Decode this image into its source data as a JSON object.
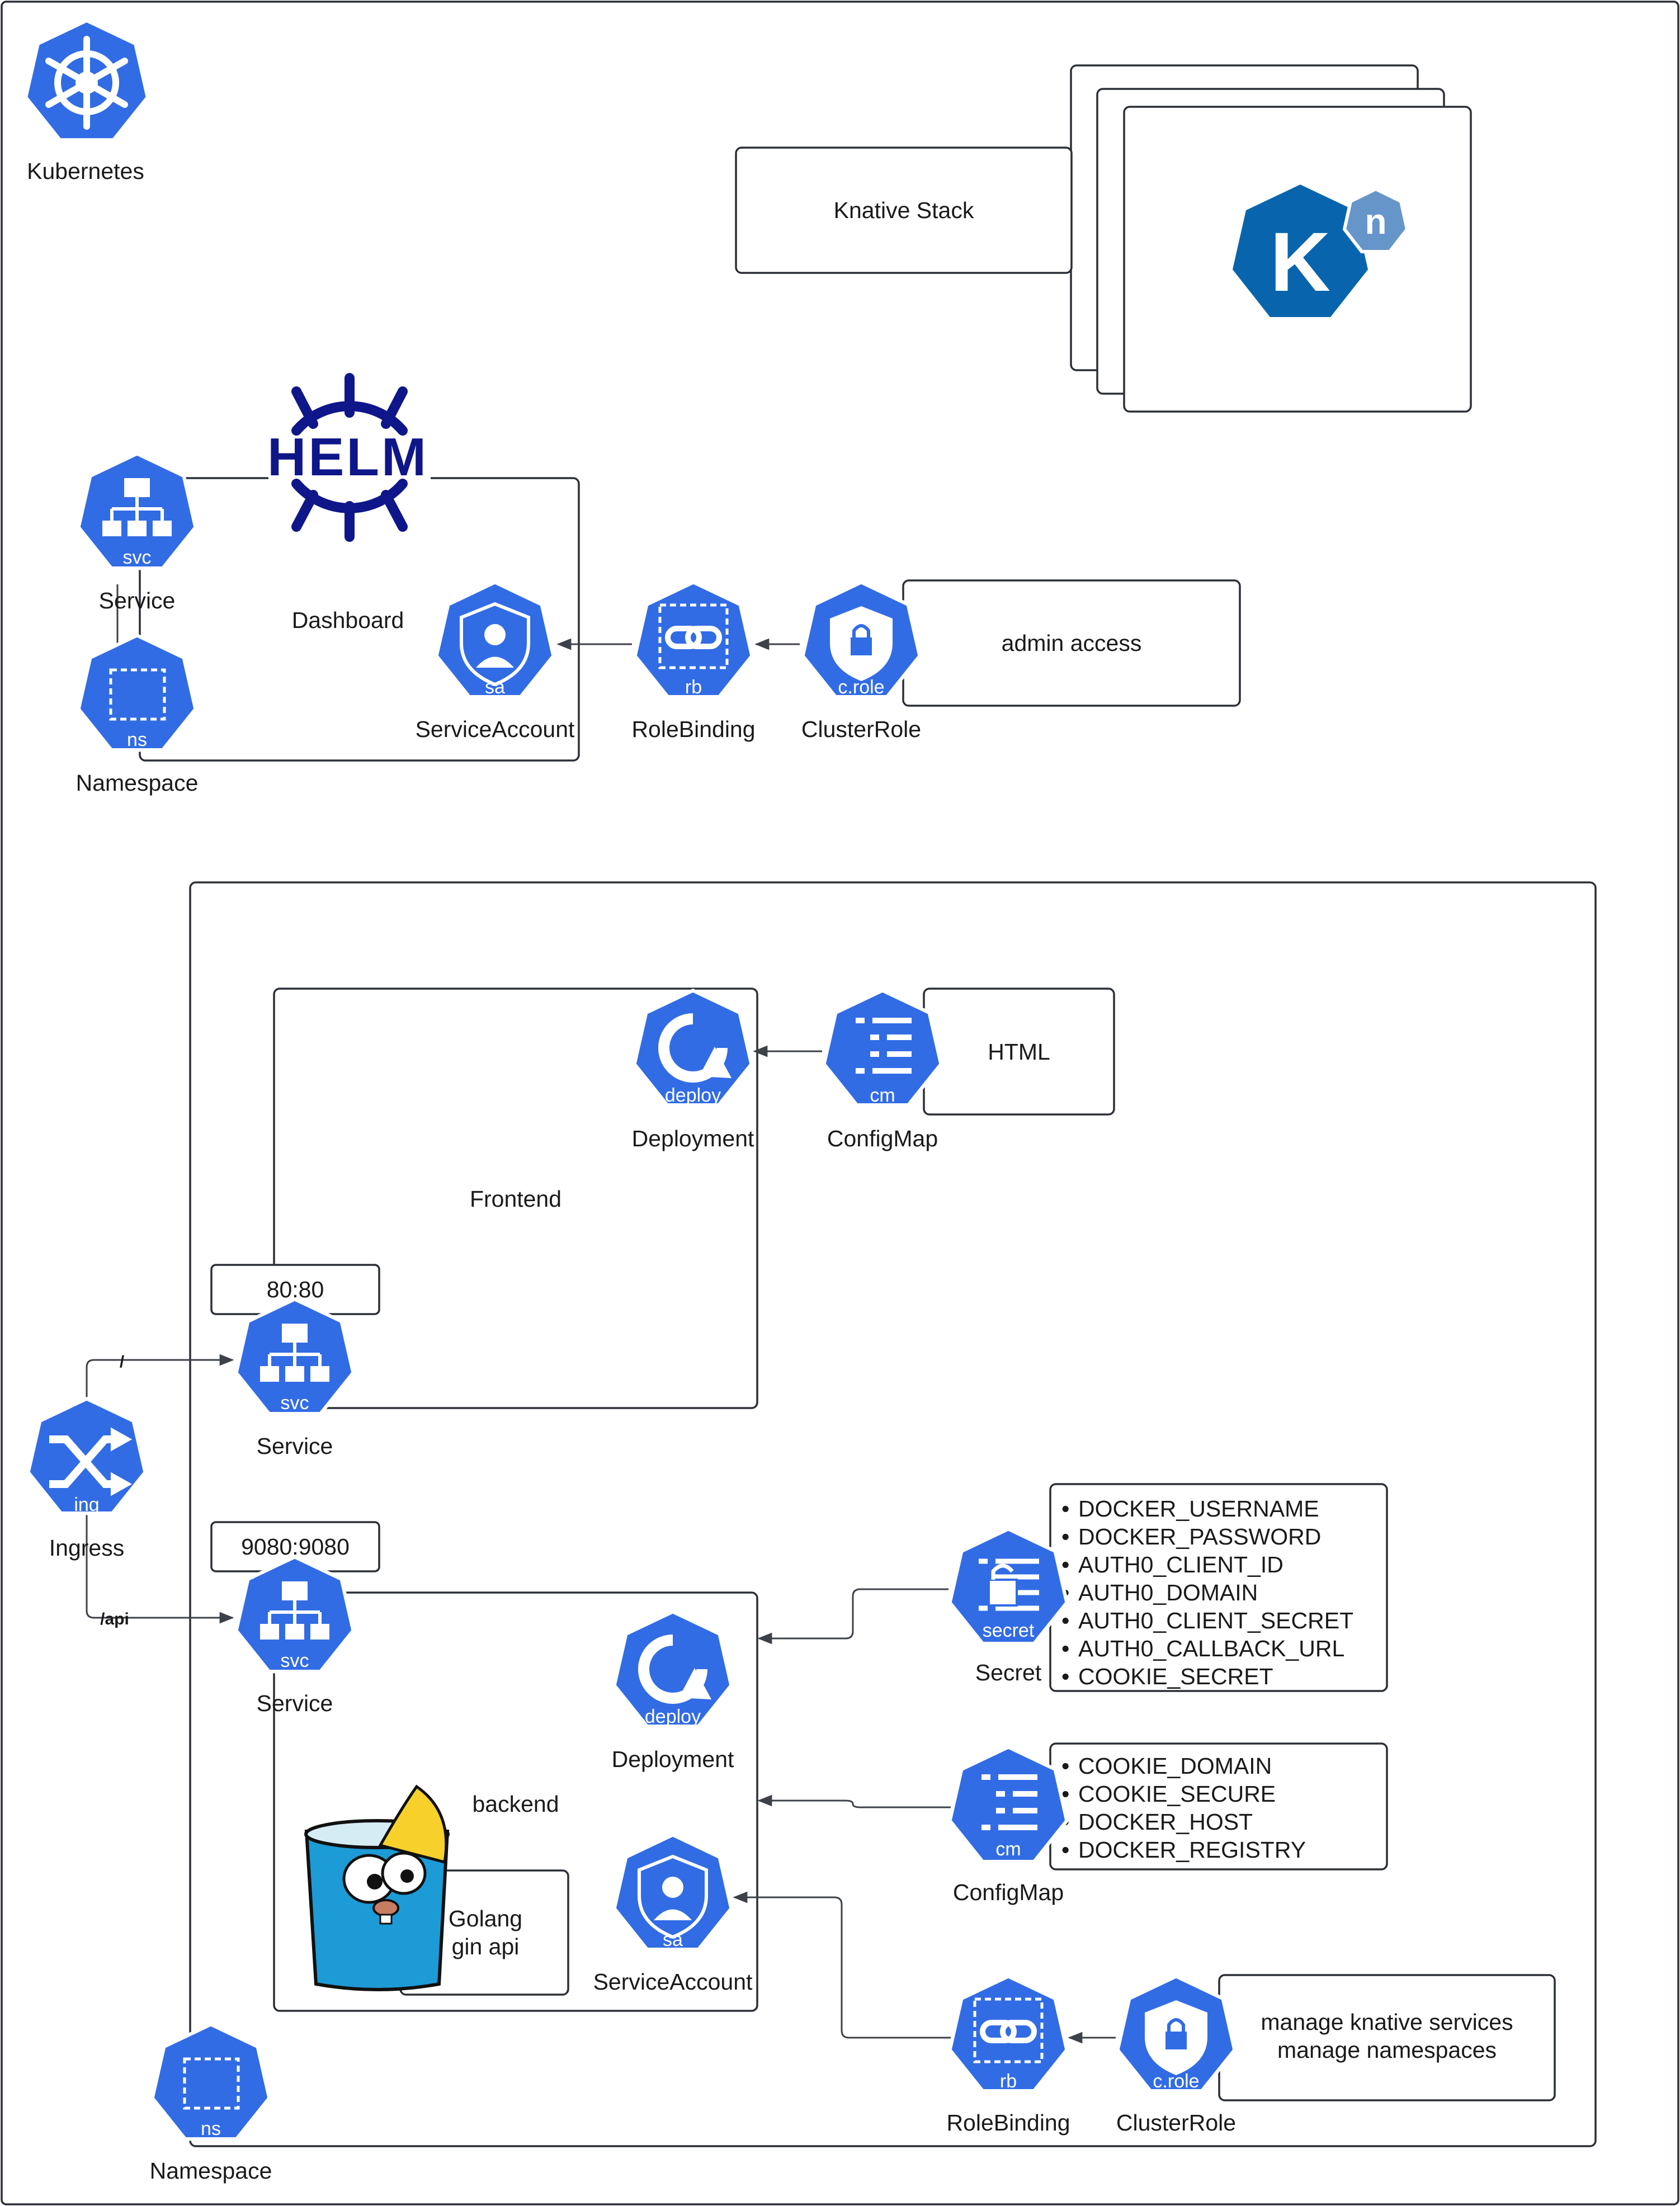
{
  "colors": {
    "k8s_blue": "#326CE5",
    "knative_blue": "#0865AD",
    "knative_light": "#6695CA",
    "helm_navy": "#0F1689",
    "border": "#2b2f36",
    "text": "#1a1a1a"
  },
  "kubernetes": {
    "label": "Kubernetes",
    "icon": "helm-wheel-icon"
  },
  "knative": {
    "label": "Knative Stack",
    "logo_letter": "K",
    "logo_badge": "n"
  },
  "helm": {
    "logo_text": "HELM"
  },
  "dashboard": {
    "title": "Dashboard",
    "service": {
      "icon_text": "svc",
      "label": "Service"
    },
    "namespace": {
      "icon_text": "ns",
      "label": "Namespace"
    },
    "service_account": {
      "icon_text": "sa",
      "label": "ServiceAccount"
    },
    "role_binding": {
      "icon_text": "rb",
      "label": "RoleBinding"
    },
    "cluster_role": {
      "icon_text": "c.role",
      "label": "ClusterRole"
    },
    "note": "admin access"
  },
  "frontend": {
    "title": "Frontend",
    "deployment": {
      "icon_text": "deploy",
      "label": "Deployment"
    },
    "configmap": {
      "icon_text": "cm",
      "label": "ConfigMap"
    },
    "configmap_note": "HTML",
    "port": "80:80",
    "service": {
      "icon_text": "svc",
      "label": "Service"
    }
  },
  "ingress": {
    "icon_text": "ing",
    "label": "Ingress",
    "route_root": "/",
    "route_api": "/api"
  },
  "backend": {
    "title": "backend",
    "port": "9080:9080",
    "service": {
      "icon_text": "svc",
      "label": "Service"
    },
    "deployment": {
      "icon_text": "deploy",
      "label": "Deployment"
    },
    "service_account": {
      "icon_text": "sa",
      "label": "ServiceAccount"
    },
    "gopher_note": [
      "Golang",
      "gin api"
    ],
    "secret": {
      "icon_text": "secret",
      "label": "Secret",
      "items": [
        "DOCKER_USERNAME",
        "DOCKER_PASSWORD",
        "AUTH0_CLIENT_ID",
        "AUTH0_DOMAIN",
        "AUTH0_CLIENT_SECRET",
        "AUTH0_CALLBACK_URL",
        "COOKIE_SECRET"
      ]
    },
    "configmap": {
      "icon_text": "cm",
      "label": "ConfigMap",
      "items": [
        "COOKIE_DOMAIN",
        "COOKIE_SECURE",
        "DOCKER_HOST",
        "DOCKER_REGISTRY"
      ]
    },
    "role_binding": {
      "icon_text": "rb",
      "label": "RoleBinding"
    },
    "cluster_role": {
      "icon_text": "c.role",
      "label": "ClusterRole"
    },
    "role_note": [
      "manage knative services",
      "manage namespaces"
    ]
  },
  "app_namespace": {
    "icon_text": "ns",
    "label": "Namespace"
  }
}
